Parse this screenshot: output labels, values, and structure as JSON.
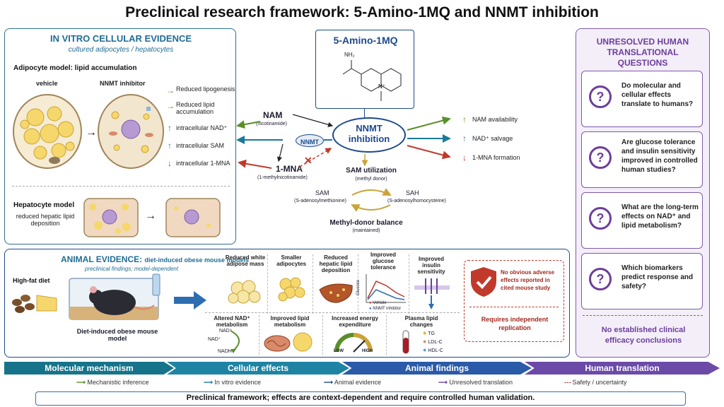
{
  "title": "Preclinical research framework: 5-Amino-1MQ and NNMT inhibition",
  "in_vitro": {
    "title": "IN VITRO CELLULAR EVIDENCE",
    "subtitle": "cultured adipocytes / hepatocytes",
    "adipocyte_title": "Adipocyte model: lipid accumulation",
    "vehicle_label": "vehicle",
    "inhibitor_label": "NNMT inhibitor",
    "effects": [
      "Reduced lipogenesis",
      "Reduced lipid accumulation",
      "intracellular NAD⁺",
      "intracellular SAM",
      "intracellular 1-MNA"
    ],
    "hepatocyte_title": "Hepatocyte model",
    "hepatocyte_sub": "reduced hepatic lipid deposition"
  },
  "center": {
    "compound": "5-Amino-1MQ",
    "nh2": "NH₂",
    "nam": "NAM",
    "nam_sub": "(nicotinamide)",
    "nnmt": "NNMT",
    "inhibition": "NNMT inhibition",
    "mna": "1-MNA",
    "mna_sub": "(1-methylnicotinamide)",
    "sam_util": "SAM utilization",
    "sam_util_sub": "(methyl donor)",
    "sam": "SAM",
    "sam_sub": "(S-adenosylmethionine)",
    "sah": "SAH",
    "sah_sub": "(S-adenosylhomocysteine)",
    "balance": "Methyl-donor balance",
    "balance_sub": "(maintained)",
    "out1": "NAM availability",
    "out2": "NAD⁺ salvage",
    "out3": "1-MNA formation"
  },
  "questions": {
    "title": "UNRESOLVED HUMAN TRANSLATIONAL QUESTIONS",
    "items": [
      "Do molecular and cellular effects translate to humans?",
      "Are glucose tolerance and insulin sensitivity improved in controlled human studies?",
      "What are the long-term effects on NAD⁺ and lipid metabolism?",
      "Which biomarkers predict response and safety?"
    ],
    "conclusion": "No established clinical efficacy conclusions"
  },
  "animal": {
    "title": "ANIMAL EVIDENCE:",
    "title_sub": "diet-induced obese mouse models",
    "subtitle": "preclinical findings; model-dependent",
    "hfd": "High-fat diet",
    "mouse": "Diet-induced obese mouse model",
    "findings_top": [
      "Reduced white adipose mass",
      "Smaller adipocytes",
      "Reduced hepatic lipid deposition",
      "Improved glucose tolerance",
      "Improved insulin sensitivity"
    ],
    "glucose_axis": "Glucose",
    "glucose_legend": [
      "Vehicle",
      "NNMT inhibitor"
    ],
    "findings_bottom": [
      "Altered NAD⁺ metabolism",
      "Improved lipid metabolism",
      "Increased energy expenditure",
      "Plasma lipid changes"
    ],
    "nad_labels": [
      "NAD⁺",
      "NAD⁺",
      "NADH"
    ],
    "gauge_low": "LOW",
    "gauge_high": "HIGH",
    "lipids": [
      "TG",
      "LDL-C",
      "HDL-C"
    ],
    "safety": "No obvious adverse effects reported in cited mouse study",
    "replication": "Requires independent replication"
  },
  "stages": [
    "Molecular mechanism",
    "Cellular effects",
    "Animal findings",
    "Human translation"
  ],
  "legend": [
    "Mechanistic inference",
    "In vitro evidence",
    "Animal evidence",
    "Unresolved translation",
    "Safety / uncertainty"
  ],
  "bottom_note": "Preclinical framework; effects are context-dependent and require controlled human validation.",
  "colors": {
    "teal": "#1f6d94",
    "purple": "#6c3e9c",
    "green": "#5a8e2a",
    "red": "#c0392b",
    "navy": "#1c4a8c"
  }
}
